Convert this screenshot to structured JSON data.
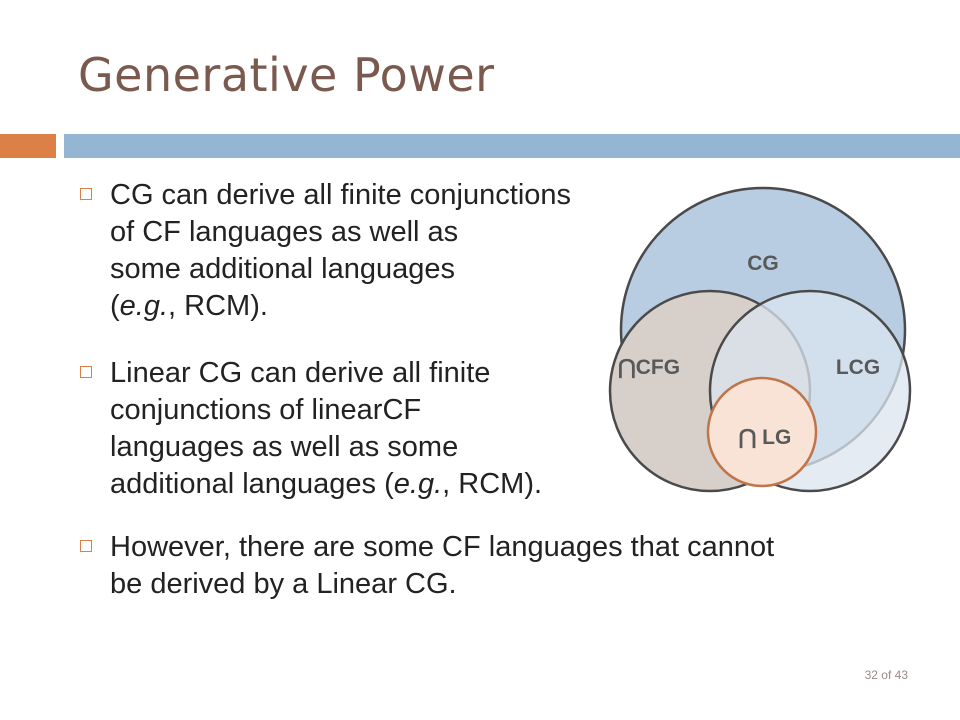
{
  "slide": {
    "title": "Generative Power",
    "bullets": [
      {
        "lines": [
          "CG can derive all finite conjunctions",
          "of CF languages as well as",
          "some additional languages",
          "(e.g., RCM)."
        ]
      },
      {
        "lines": [
          "Linear CG can derive all finite",
          "conjunctions of linearCF",
          "languages as well as some",
          "additional languages (e.g., RCM)."
        ]
      },
      {
        "lines": [
          "However, there are some CF languages that cannot",
          "be derived by a Linear CG."
        ]
      }
    ],
    "page_number": "32 of 43"
  },
  "diagram": {
    "cg_label": "CG",
    "cfg_label": "⋂CFG",
    "lcg_label": "LCG",
    "lg_label": "⋂ LG",
    "colors": {
      "cg_fill": "#b9cde2",
      "cfg_fill": "#d6cfca",
      "lcg_fill": "#dbe4ef",
      "lg_fill": "#f8e3d6",
      "lg_stroke": "#c0744a",
      "stroke": "#4a4a4a"
    }
  },
  "theme": {
    "accent": "#dd8047",
    "bar": "#94b6d2",
    "title_color": "#7a5a4e"
  }
}
